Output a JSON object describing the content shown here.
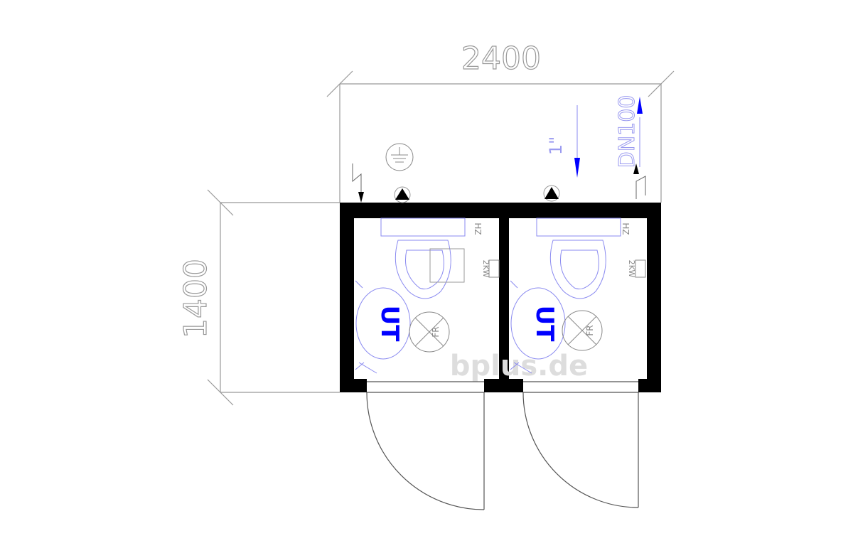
{
  "dimensions": {
    "width_label": "2400",
    "depth_label": "1400"
  },
  "pipes": {
    "water_label": "1\"",
    "drain_label": "DN100"
  },
  "cabins": [
    {
      "fixture_label": "UT",
      "floor_drain_label": "FR",
      "heater_label": "2KW",
      "hz_label": "HZ"
    },
    {
      "fixture_label": "UT",
      "floor_drain_label": "FR",
      "heater_label": "2KW",
      "hz_label": "HZ"
    }
  ],
  "watermark": "bplus.de",
  "colors": {
    "wall": "#000000",
    "dimension": "#999999",
    "fixture": "#7b7be8",
    "accent": "#0000ff"
  }
}
